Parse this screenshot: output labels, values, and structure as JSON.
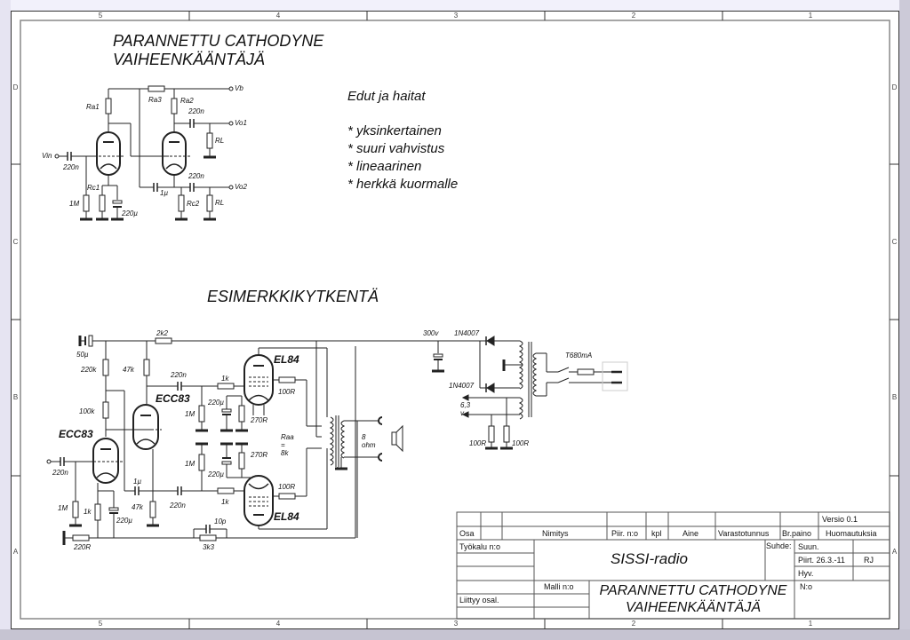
{
  "sheet": {
    "zone_columns": [
      "5",
      "4",
      "3",
      "2",
      "1"
    ],
    "zone_rows": [
      "D",
      "C",
      "B",
      "A"
    ]
  },
  "top_section": {
    "title_line1": "PARANNETTU CATHODYNE",
    "title_line2": "VAIHEENKÄÄNTÄJÄ",
    "labels": {
      "vb": "Vb",
      "vo1": "Vo1",
      "vo2": "Vo2",
      "vin": "Vin",
      "ra1": "Ra1",
      "ra2": "Ra2",
      "ra3": "Ra3",
      "rc1": "Rc1",
      "rc2": "Rc2",
      "rl1": "RL",
      "rl2": "RL",
      "c_in": "220n",
      "c_out1": "220n",
      "c_out2": "220n",
      "c_1u": "1µ",
      "c_220u": "220µ",
      "r_1m": "1M"
    }
  },
  "notes": {
    "heading": "Edut ja haitat",
    "items": [
      "* yksinkertainen",
      "* suuri vahvistus",
      "* lineaarinen",
      "* herkkä kuormalle"
    ]
  },
  "example_section": {
    "title": "ESIMERKKIKYTKENTÄ",
    "labels": {
      "c50u": "50µ",
      "r2k2": "2k2",
      "r220k": "220k",
      "r47k_top": "47k",
      "r100k": "100k",
      "ecc83_a": "ECC83",
      "ecc83_b": "ECC83",
      "el84_top": "EL84",
      "el84_bot": "EL84",
      "c220n_top": "220n",
      "r1k_top": "1k",
      "r1m_top": "1M",
      "c220u_top": "220µ",
      "r270_top": "270R",
      "r100_top": "100R",
      "r1m_bot": "1M",
      "c220u_bot": "220µ",
      "r270_bot": "270R",
      "r100_bot": "100R",
      "r1k_bot": "1k",
      "c220n_in": "220n",
      "r1m_in": "1M",
      "r1k_cath": "1k",
      "c220u_cath": "220µ",
      "c1u": "1µ",
      "r47k_bot": "47k",
      "c220n_bot": "220n",
      "r220r": "220R",
      "c10p": "10p",
      "r3k3": "3k3",
      "raa": "Raa = 8k",
      "speaker": "8 ohm",
      "v300": "300v",
      "d1": "1N4007",
      "d2": "1N4007",
      "fuse": "T680mA",
      "heater": "6,3 v",
      "r100r_a": "100R",
      "r100r_b": "100R"
    }
  },
  "title_block": {
    "version": "Versio 0.1",
    "headers": [
      "Osa",
      "Nimitys",
      "Piir. n:o",
      "kpl",
      "Aine",
      "Varastotunnus",
      "Br.paino",
      "Huomautuksia"
    ],
    "tool_no": "Työkalu n:o",
    "project": "SISSI-radio",
    "scale_label": "Suhde:",
    "designed_label": "Suun.",
    "drawn_label": "Piirt. 26.3.-11",
    "drawn_by": "RJ",
    "approved_label": "Hyv.",
    "model_label": "Malli n:o",
    "drawing_title_line1": "PARANNETTU CATHODYNE",
    "drawing_title_line2": "VAIHEENKÄÄNTÄJÄ",
    "number_label": "N:o",
    "related_label": "Liittyy osal."
  }
}
